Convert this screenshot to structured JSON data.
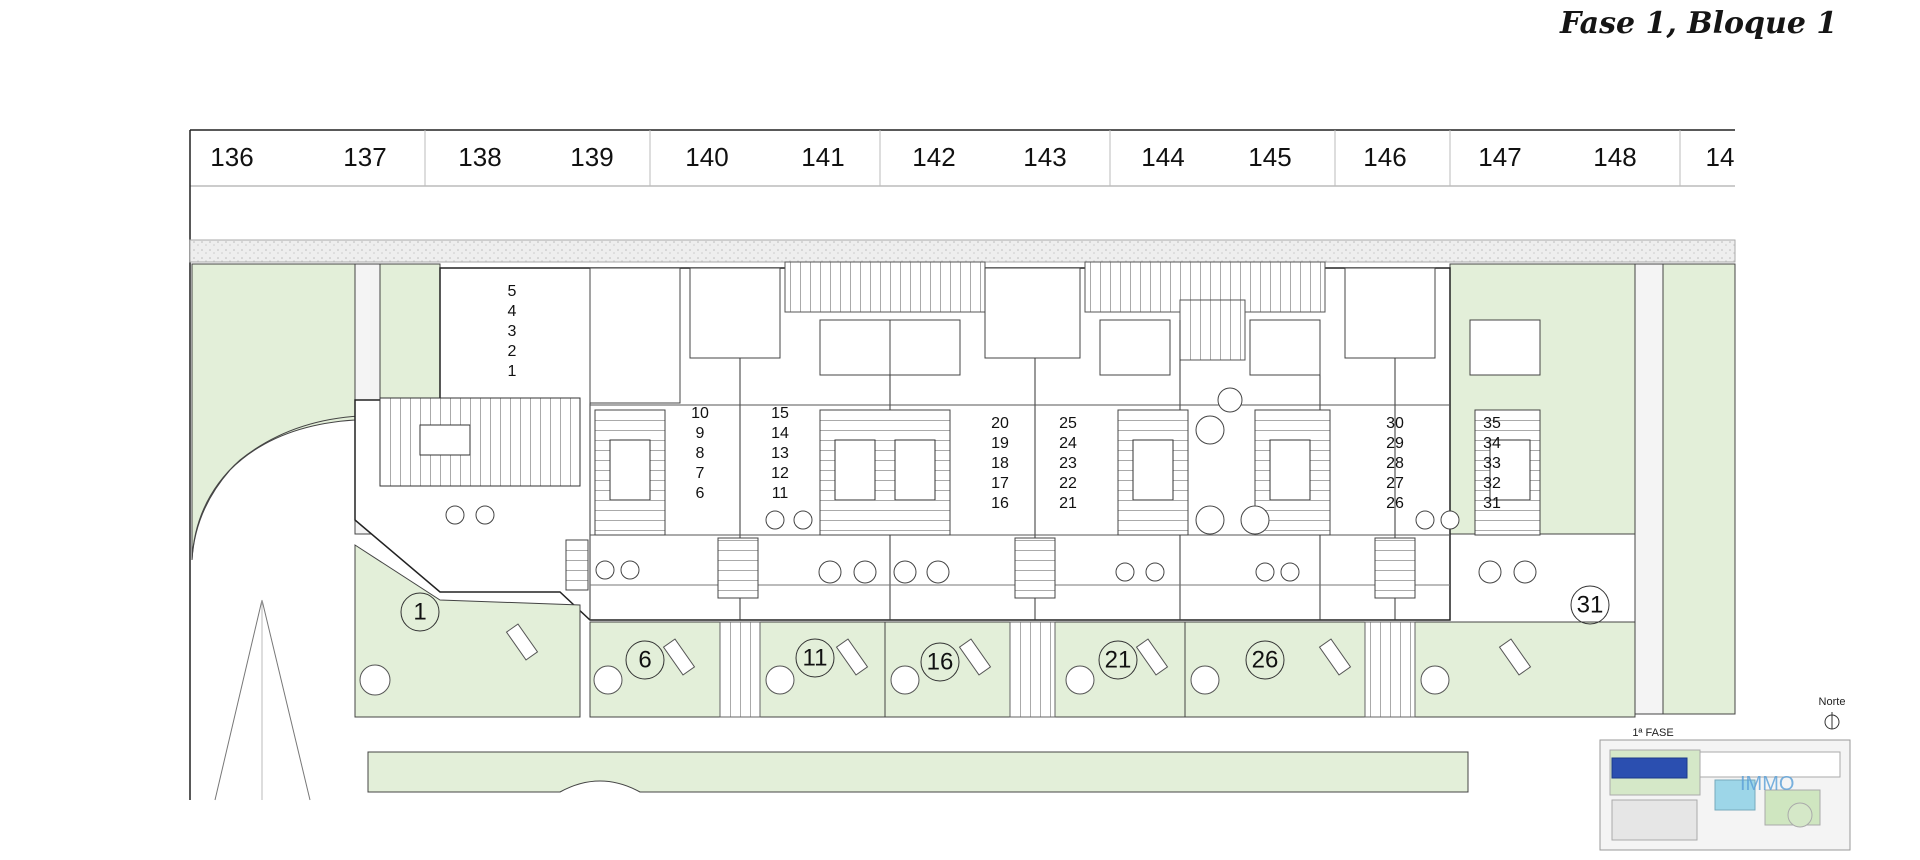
{
  "title": "Fase 1, Bloque 1",
  "parcels": [
    "136",
    "137",
    "138",
    "139",
    "140",
    "141",
    "142",
    "143",
    "144",
    "145",
    "146",
    "147",
    "148",
    "14"
  ],
  "units": [
    {
      "numbers": [
        "5",
        "4",
        "3",
        "2",
        "1"
      ]
    },
    {
      "numbers": [
        "10",
        "9",
        "8",
        "7",
        "6"
      ]
    },
    {
      "numbers": [
        "15",
        "14",
        "13",
        "12",
        "11"
      ]
    },
    {
      "numbers": [
        "20",
        "19",
        "18",
        "17",
        "16"
      ]
    },
    {
      "numbers": [
        "25",
        "24",
        "23",
        "22",
        "21"
      ]
    },
    {
      "numbers": [
        "30",
        "29",
        "28",
        "27",
        "26"
      ]
    },
    {
      "numbers": [
        "35",
        "34",
        "33",
        "32",
        "31"
      ]
    }
  ],
  "gardens": [
    "1",
    "6",
    "11",
    "16",
    "21",
    "26",
    "31"
  ],
  "legend": {
    "north_label": "Norte",
    "phase_label": "1ª FASE",
    "watermark": "IMMO"
  },
  "colors": {
    "garden": "#e3efd9",
    "path_light": "#f3f3f3",
    "highlight": "#2b4fb0",
    "line": "#333333"
  }
}
